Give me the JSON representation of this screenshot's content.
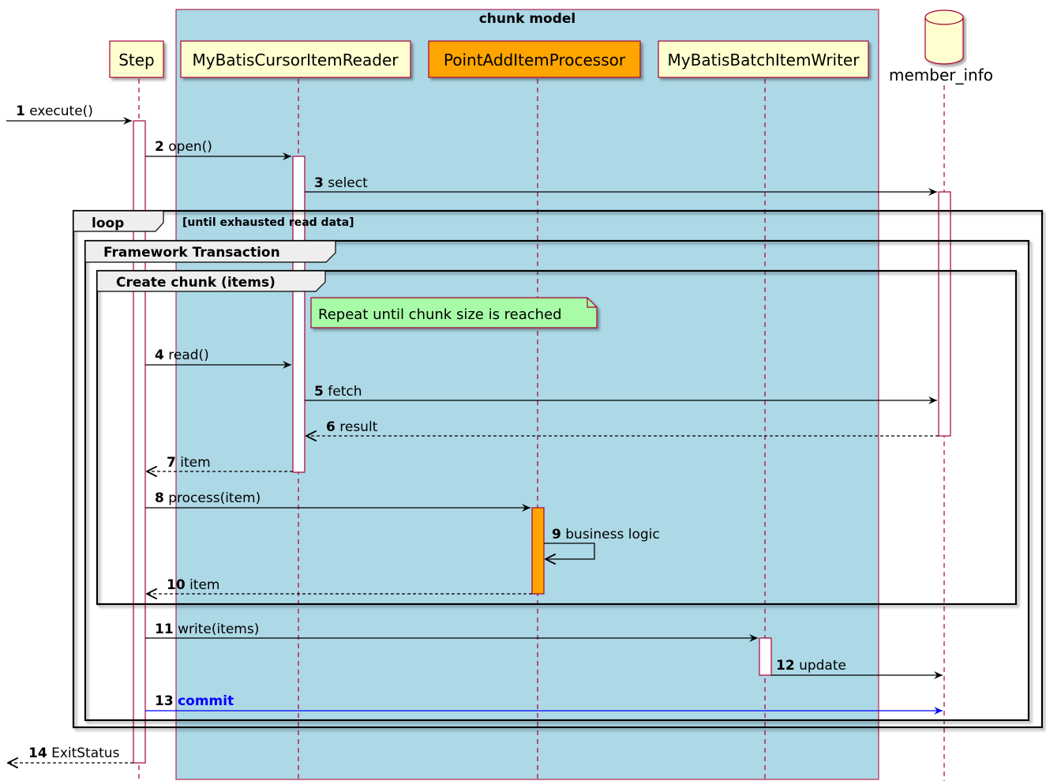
{
  "box": {
    "title": "chunk model"
  },
  "participants": {
    "step": "Step",
    "reader": "MyBatisCursorItemReader",
    "processor": "PointAddItemProcessor",
    "writer": "MyBatisBatchItemWriter",
    "db": "member_info"
  },
  "colors": {
    "box_fill": "#add8e6",
    "box_border": "#a80036",
    "participant_fill": "#fefece",
    "processor_fill": "#ffa500",
    "note_fill": "#a8fca8",
    "commit": "#0000ff"
  },
  "frames": {
    "loop": {
      "label": "loop",
      "condition": "[until exhausted read data]"
    },
    "tx": {
      "label": "Framework Transaction"
    },
    "chunk": {
      "label": "Create chunk (items)"
    }
  },
  "note": {
    "text": "Repeat until chunk size is reached"
  },
  "messages": [
    {
      "num": "1",
      "label": "execute()"
    },
    {
      "num": "2",
      "label": "open()"
    },
    {
      "num": "3",
      "label": "select"
    },
    {
      "num": "4",
      "label": "read()"
    },
    {
      "num": "5",
      "label": "fetch"
    },
    {
      "num": "6",
      "label": "result"
    },
    {
      "num": "7",
      "label": "item"
    },
    {
      "num": "8",
      "label": "process(item)"
    },
    {
      "num": "9",
      "label": "business logic"
    },
    {
      "num": "10",
      "label": "item"
    },
    {
      "num": "11",
      "label": "write(items)"
    },
    {
      "num": "12",
      "label": "update"
    },
    {
      "num": "13",
      "label": "commit"
    },
    {
      "num": "14",
      "label": "ExitStatus"
    }
  ]
}
